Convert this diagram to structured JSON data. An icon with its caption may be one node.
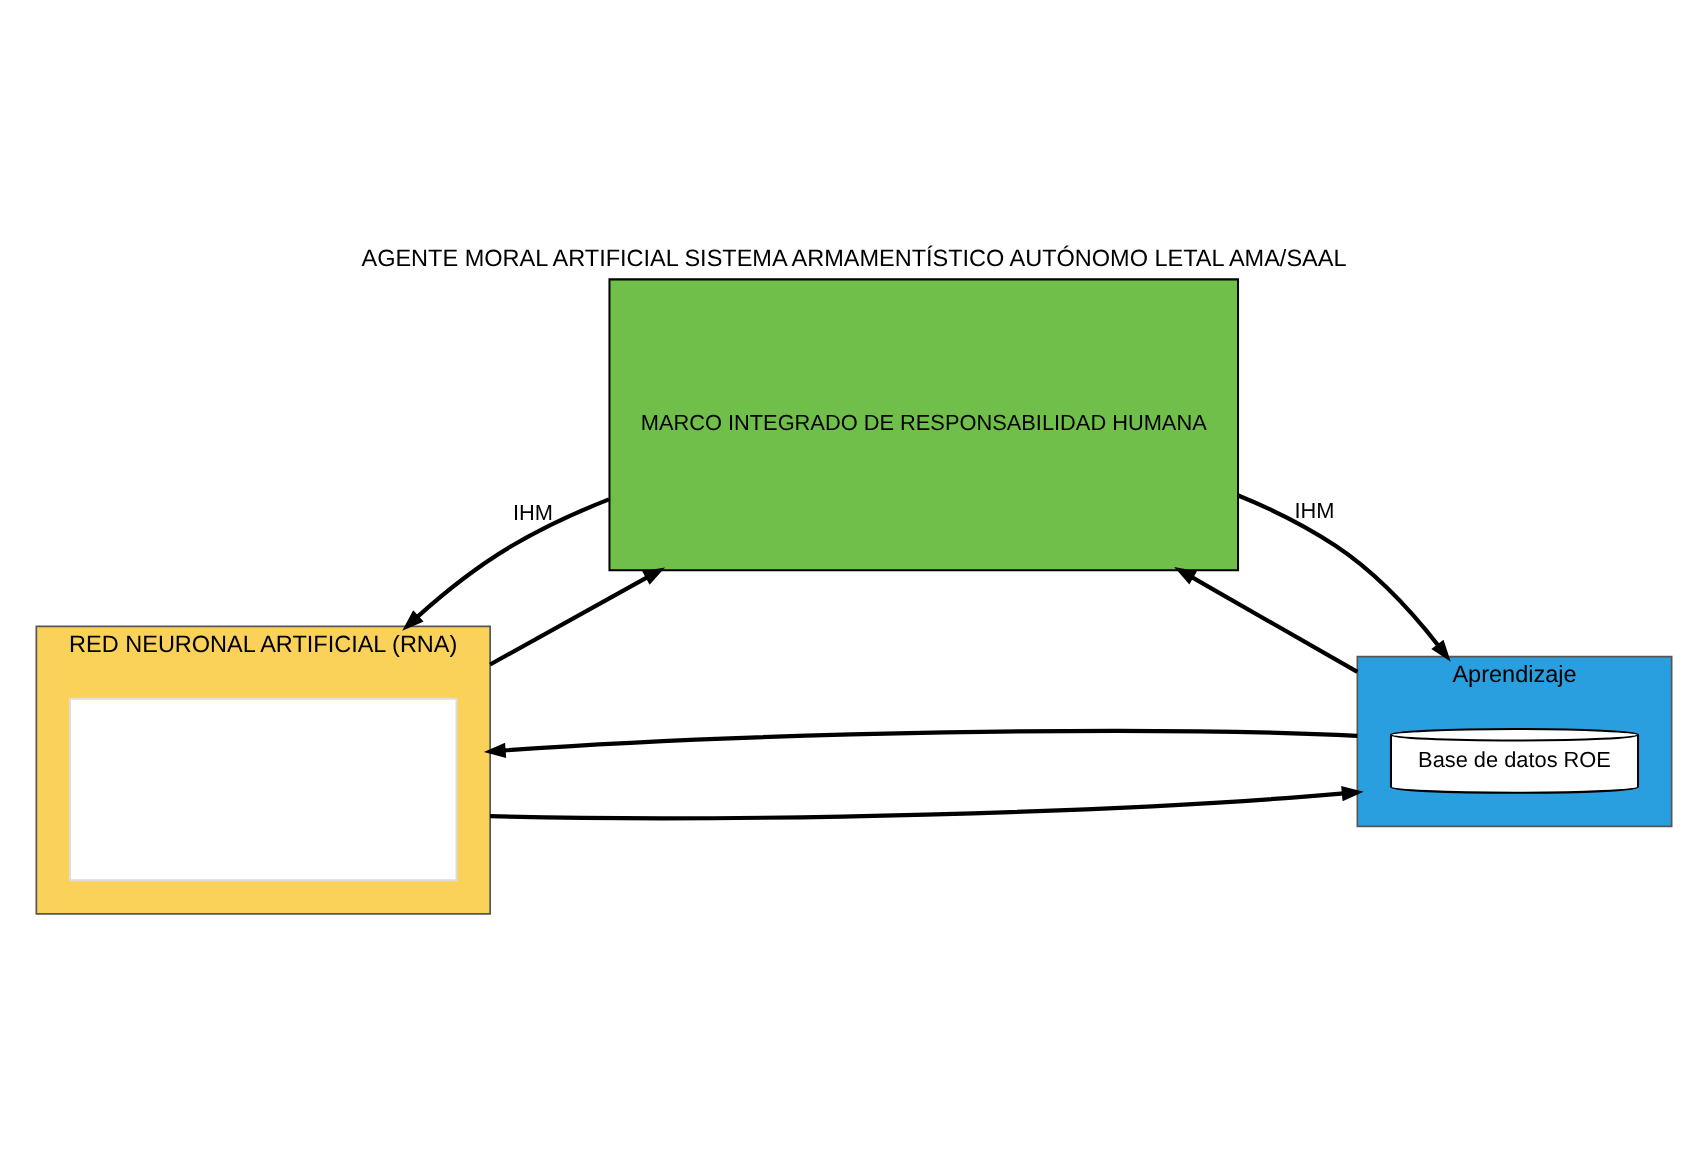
{
  "diagram": {
    "title": "AGENTE MORAL ARTIFICIAL SISTEMA ARMAMENTÍSTICO AUTÓNOMO LETAL AMA/SAAL",
    "nodes": [
      {
        "text": [
          "RED NEURONAL ARTIFICIAL (RNA)"
        ]
      },
      {
        "text": [],
        "shape": "box",
        "in": 0
      },
      {
        "text": [
          "MARCO INTEGRADO DE RESPONSABILIDAD HUMANA"
        ]
      },
      {
        "text": [
          "Aprendizaje"
        ]
      },
      {
        "text": [
          "Base de datos ROE"
        ],
        "in": 3
      }
    ],
    "edges": [
      {
        "from": 2,
        "to": 0,
        "arrow": "to",
        "label": "IHM"
      },
      {
        "from": 0,
        "to": 2,
        "arrow": "to"
      },
      {
        "from": 0,
        "to": 3,
        "arrow": "to"
      },
      {
        "from": 3,
        "to": 0,
        "arrow": "to"
      },
      {
        "from": 2,
        "to": 3,
        "arrow": "to",
        "label": "IHM"
      },
      {
        "from": 3,
        "to": 2,
        "arrow": "to"
      }
    ]
  }
}
